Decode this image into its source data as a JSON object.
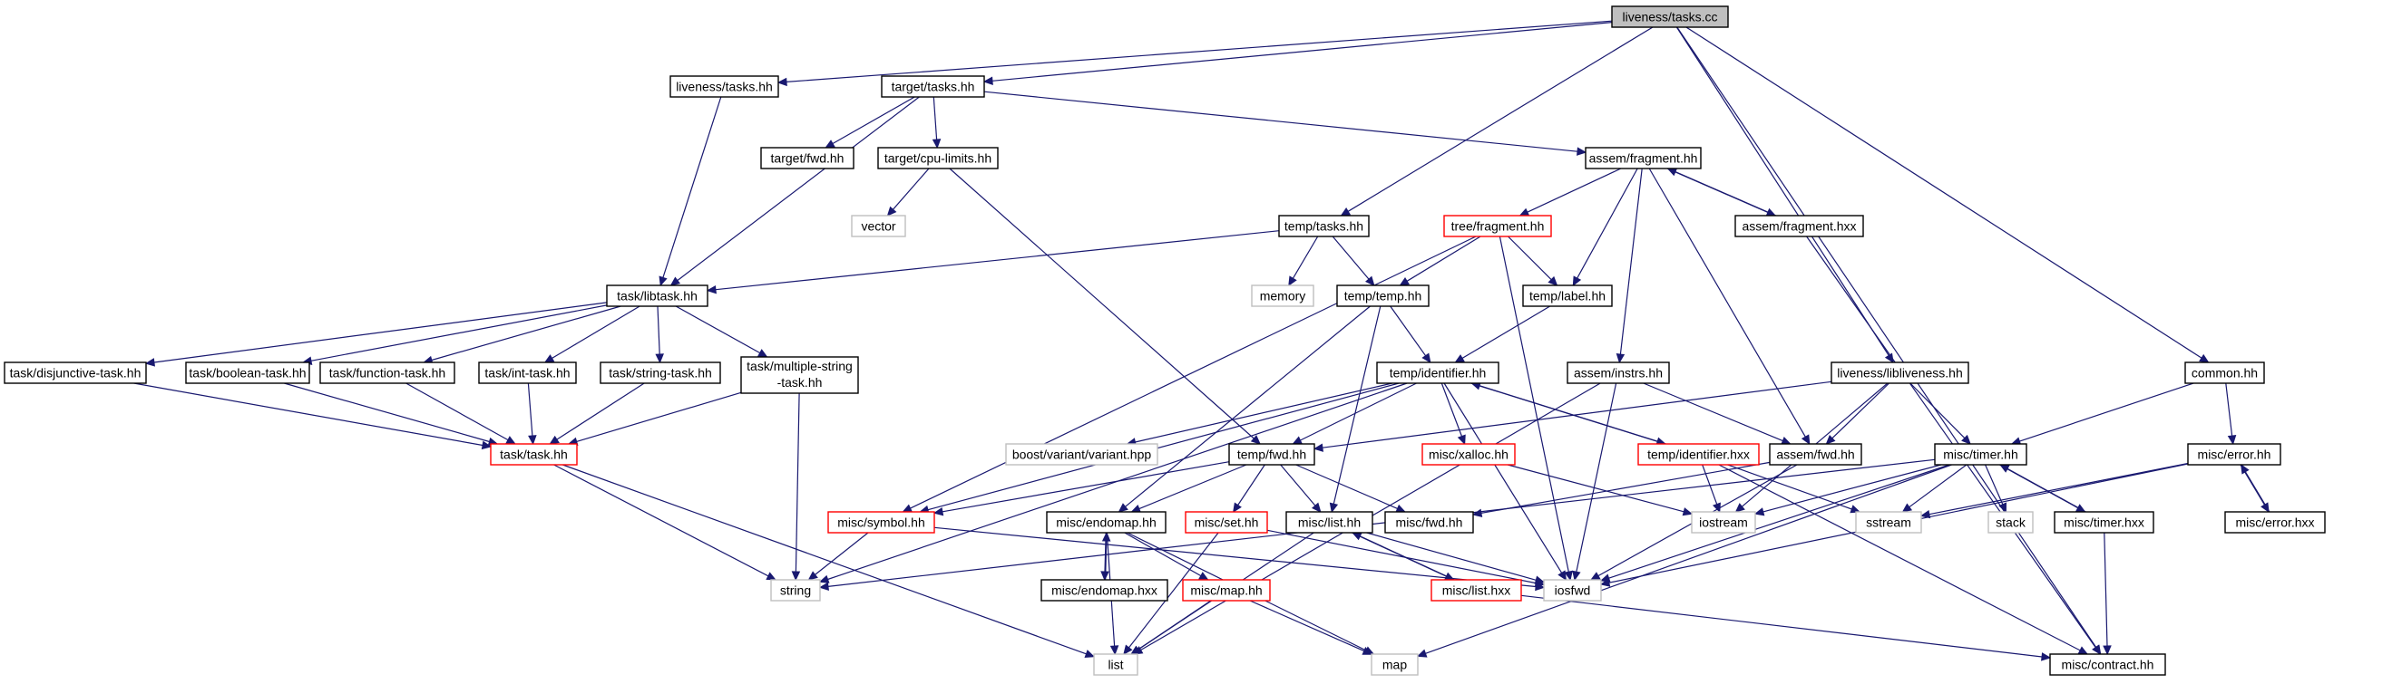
{
  "colors": {
    "edge": "#191970",
    "border_normal": "#000000",
    "border_truncated": "#ff0000",
    "border_external": "#bfbfbf",
    "fill_focus": "#bfbfbf",
    "fill_normal": "#ffffff",
    "text_external": "#7f7f7f"
  },
  "nodes": [
    {
      "id": "root",
      "label": "liveness/tasks.cc",
      "kind": "focus"
    },
    {
      "id": "liveness_tasks_hh",
      "label": "liveness/tasks.hh",
      "kind": "normal"
    },
    {
      "id": "target_tasks_hh",
      "label": "target/tasks.hh",
      "kind": "normal"
    },
    {
      "id": "target_fwd_hh",
      "label": "target/fwd.hh",
      "kind": "normal"
    },
    {
      "id": "target_cpu_limits_hh",
      "label": "target/cpu-limits.hh",
      "kind": "normal"
    },
    {
      "id": "vector",
      "label": "vector",
      "kind": "external"
    },
    {
      "id": "assem_fragment_hh",
      "label": "assem/fragment.hh",
      "kind": "normal"
    },
    {
      "id": "tree_fragment_hh",
      "label": "tree/fragment.hh",
      "kind": "truncated"
    },
    {
      "id": "assem_fragment_hxx",
      "label": "assem/fragment.hxx",
      "kind": "normal"
    },
    {
      "id": "temp_tasks_hh",
      "label": "temp/tasks.hh",
      "kind": "normal"
    },
    {
      "id": "memory",
      "label": "memory",
      "kind": "external"
    },
    {
      "id": "temp_temp_hh",
      "label": "temp/temp.hh",
      "kind": "normal"
    },
    {
      "id": "temp_label_hh",
      "label": "temp/label.hh",
      "kind": "normal"
    },
    {
      "id": "task_libtask_hh",
      "label": "task/libtask.hh",
      "kind": "normal"
    },
    {
      "id": "task_disjunctive",
      "label": "task/disjunctive-task.hh",
      "kind": "normal"
    },
    {
      "id": "task_boolean",
      "label": "task/boolean-task.hh",
      "kind": "normal"
    },
    {
      "id": "task_function",
      "label": "task/function-task.hh",
      "kind": "normal"
    },
    {
      "id": "task_int",
      "label": "task/int-task.hh",
      "kind": "normal"
    },
    {
      "id": "task_string",
      "label": "task/string-task.hh",
      "kind": "normal"
    },
    {
      "id": "task_multiple",
      "label": "task/multiple-string",
      "label2": "-task.hh",
      "kind": "normal"
    },
    {
      "id": "task_task_hh",
      "label": "task/task.hh",
      "kind": "truncated"
    },
    {
      "id": "temp_identifier_hh",
      "label": "temp/identifier.hh",
      "kind": "normal"
    },
    {
      "id": "assem_instrs_hh",
      "label": "assem/instrs.hh",
      "kind": "normal"
    },
    {
      "id": "liveness_libliveness_hh",
      "label": "liveness/libliveness.hh",
      "kind": "normal"
    },
    {
      "id": "common_hh",
      "label": "common.hh",
      "kind": "normal"
    },
    {
      "id": "boost_variant",
      "label": "boost/variant/variant.hpp",
      "kind": "external"
    },
    {
      "id": "temp_fwd_hh",
      "label": "temp/fwd.hh",
      "kind": "normal"
    },
    {
      "id": "misc_xalloc_hh",
      "label": "misc/xalloc.hh",
      "kind": "truncated"
    },
    {
      "id": "temp_identifier_hxx",
      "label": "temp/identifier.hxx",
      "kind": "truncated"
    },
    {
      "id": "assem_fwd_hh",
      "label": "assem/fwd.hh",
      "kind": "normal"
    },
    {
      "id": "misc_timer_hh",
      "label": "misc/timer.hh",
      "kind": "normal"
    },
    {
      "id": "misc_error_hh",
      "label": "misc/error.hh",
      "kind": "normal"
    },
    {
      "id": "misc_symbol_hh",
      "label": "misc/symbol.hh",
      "kind": "truncated"
    },
    {
      "id": "misc_endomap_hh",
      "label": "misc/endomap.hh",
      "kind": "normal"
    },
    {
      "id": "misc_set_hh",
      "label": "misc/set.hh",
      "kind": "truncated"
    },
    {
      "id": "misc_list_hh",
      "label": "misc/list.hh",
      "kind": "normal"
    },
    {
      "id": "misc_fwd_hh",
      "label": "misc/fwd.hh",
      "kind": "normal"
    },
    {
      "id": "iostream",
      "label": "iostream",
      "kind": "external"
    },
    {
      "id": "sstream",
      "label": "sstream",
      "kind": "external"
    },
    {
      "id": "stack",
      "label": "stack",
      "kind": "external"
    },
    {
      "id": "misc_timer_hxx",
      "label": "misc/timer.hxx",
      "kind": "normal"
    },
    {
      "id": "misc_error_hxx",
      "label": "misc/error.hxx",
      "kind": "normal"
    },
    {
      "id": "string",
      "label": "string",
      "kind": "external"
    },
    {
      "id": "misc_endomap_hxx",
      "label": "misc/endomap.hxx",
      "kind": "normal"
    },
    {
      "id": "misc_map_hh",
      "label": "misc/map.hh",
      "kind": "truncated"
    },
    {
      "id": "misc_list_hxx",
      "label": "misc/list.hxx",
      "kind": "truncated"
    },
    {
      "id": "iosfwd",
      "label": "iosfwd",
      "kind": "external"
    },
    {
      "id": "list",
      "label": "list",
      "kind": "external"
    },
    {
      "id": "map",
      "label": "map",
      "kind": "external"
    },
    {
      "id": "misc_contract_hh",
      "label": "misc/contract.hh",
      "kind": "normal"
    }
  ],
  "edges": [
    [
      "root",
      "liveness_tasks_hh"
    ],
    [
      "root",
      "target_tasks_hh"
    ],
    [
      "root",
      "temp_tasks_hh"
    ],
    [
      "root",
      "liveness_libliveness_hh"
    ],
    [
      "root",
      "common_hh"
    ],
    [
      "root",
      "misc_contract_hh"
    ],
    [
      "liveness_tasks_hh",
      "task_libtask_hh"
    ],
    [
      "target_tasks_hh",
      "task_libtask_hh"
    ],
    [
      "target_tasks_hh",
      "target_fwd_hh"
    ],
    [
      "target_tasks_hh",
      "target_cpu_limits_hh"
    ],
    [
      "target_tasks_hh",
      "assem_fragment_hh"
    ],
    [
      "target_cpu_limits_hh",
      "vector"
    ],
    [
      "target_cpu_limits_hh",
      "temp_fwd_hh"
    ],
    [
      "assem_fragment_hh",
      "tree_fragment_hh"
    ],
    [
      "assem_fragment_hh",
      "temp_label_hh"
    ],
    [
      "assem_fragment_hh",
      "assem_instrs_hh"
    ],
    [
      "assem_fragment_hh",
      "assem_fwd_hh"
    ],
    [
      "assem_fragment_hh",
      "assem_fragment_hxx"
    ],
    [
      "assem_fragment_hxx",
      "assem_fragment_hh"
    ],
    [
      "assem_fragment_hxx",
      "misc_contract_hh"
    ],
    [
      "tree_fragment_hh",
      "temp_temp_hh"
    ],
    [
      "tree_fragment_hh",
      "temp_label_hh"
    ],
    [
      "tree_fragment_hh",
      "misc_symbol_hh"
    ],
    [
      "tree_fragment_hh",
      "iosfwd"
    ],
    [
      "temp_tasks_hh",
      "task_libtask_hh"
    ],
    [
      "temp_tasks_hh",
      "memory"
    ],
    [
      "temp_tasks_hh",
      "temp_temp_hh"
    ],
    [
      "temp_temp_hh",
      "temp_identifier_hh"
    ],
    [
      "temp_temp_hh",
      "misc_endomap_hh"
    ],
    [
      "temp_temp_hh",
      "misc_list_hh"
    ],
    [
      "temp_label_hh",
      "temp_identifier_hh"
    ],
    [
      "task_libtask_hh",
      "task_disjunctive"
    ],
    [
      "task_libtask_hh",
      "task_boolean"
    ],
    [
      "task_libtask_hh",
      "task_function"
    ],
    [
      "task_libtask_hh",
      "task_int"
    ],
    [
      "task_libtask_hh",
      "task_string"
    ],
    [
      "task_libtask_hh",
      "task_multiple"
    ],
    [
      "task_disjunctive",
      "task_task_hh"
    ],
    [
      "task_boolean",
      "task_task_hh"
    ],
    [
      "task_function",
      "task_task_hh"
    ],
    [
      "task_int",
      "task_task_hh"
    ],
    [
      "task_string",
      "task_task_hh"
    ],
    [
      "task_multiple",
      "task_task_hh"
    ],
    [
      "task_multiple",
      "string"
    ],
    [
      "task_task_hh",
      "string"
    ],
    [
      "task_task_hh",
      "list"
    ],
    [
      "temp_identifier_hh",
      "boost_variant"
    ],
    [
      "temp_identifier_hh",
      "temp_fwd_hh"
    ],
    [
      "temp_identifier_hh",
      "misc_xalloc_hh"
    ],
    [
      "temp_identifier_hh",
      "temp_identifier_hxx"
    ],
    [
      "temp_identifier_hh",
      "misc_symbol_hh"
    ],
    [
      "temp_identifier_hh",
      "string"
    ],
    [
      "temp_identifier_hh",
      "iosfwd"
    ],
    [
      "temp_identifier_hxx",
      "temp_identifier_hh"
    ],
    [
      "temp_identifier_hxx",
      "iostream"
    ],
    [
      "temp_identifier_hxx",
      "sstream"
    ],
    [
      "temp_identifier_hxx",
      "misc_contract_hh"
    ],
    [
      "misc_xalloc_hh",
      "iostream"
    ],
    [
      "assem_instrs_hh",
      "assem_fwd_hh"
    ],
    [
      "assem_instrs_hh",
      "list"
    ],
    [
      "assem_instrs_hh",
      "iosfwd"
    ],
    [
      "liveness_libliveness_hh",
      "temp_fwd_hh"
    ],
    [
      "liveness_libliveness_hh",
      "assem_fwd_hh"
    ],
    [
      "liveness_libliveness_hh",
      "misc_timer_hh"
    ],
    [
      "liveness_libliveness_hh",
      "iostream"
    ],
    [
      "common_hh",
      "misc_timer_hh"
    ],
    [
      "common_hh",
      "misc_error_hh"
    ],
    [
      "temp_fwd_hh",
      "misc_symbol_hh"
    ],
    [
      "temp_fwd_hh",
      "misc_endomap_hh"
    ],
    [
      "temp_fwd_hh",
      "misc_set_hh"
    ],
    [
      "temp_fwd_hh",
      "misc_list_hh"
    ],
    [
      "temp_fwd_hh",
      "misc_fwd_hh"
    ],
    [
      "assem_fwd_hh",
      "misc_fwd_hh"
    ],
    [
      "assem_fwd_hh",
      "iosfwd"
    ],
    [
      "misc_timer_hh",
      "iostream"
    ],
    [
      "misc_timer_hh",
      "sstream"
    ],
    [
      "misc_timer_hh",
      "stack"
    ],
    [
      "misc_timer_hh",
      "misc_timer_hxx"
    ],
    [
      "misc_timer_hh",
      "iosfwd"
    ],
    [
      "misc_timer_hh",
      "map"
    ],
    [
      "misc_timer_hh",
      "string"
    ],
    [
      "misc_timer_hxx",
      "misc_timer_hh"
    ],
    [
      "misc_timer_hxx",
      "misc_contract_hh"
    ],
    [
      "misc_error_hh",
      "sstream"
    ],
    [
      "misc_error_hh",
      "iosfwd"
    ],
    [
      "misc_error_hh",
      "misc_error_hxx"
    ],
    [
      "misc_error_hxx",
      "misc_error_hh"
    ],
    [
      "misc_symbol_hh",
      "string"
    ],
    [
      "misc_symbol_hh",
      "iosfwd"
    ],
    [
      "misc_endomap_hh",
      "misc_endomap_hxx"
    ],
    [
      "misc_endomap_hh",
      "misc_map_hh"
    ],
    [
      "misc_endomap_hh",
      "list"
    ],
    [
      "misc_endomap_hh",
      "map"
    ],
    [
      "misc_endomap_hxx",
      "misc_endomap_hh"
    ],
    [
      "misc_set_hh",
      "iosfwd"
    ],
    [
      "misc_set_hh",
      "list"
    ],
    [
      "misc_list_hh",
      "misc_list_hxx"
    ],
    [
      "misc_list_hh",
      "list"
    ],
    [
      "misc_list_hh",
      "iosfwd"
    ],
    [
      "misc_list_hxx",
      "misc_list_hh"
    ],
    [
      "misc_list_hxx",
      "misc_contract_hh"
    ],
    [
      "misc_map_hh",
      "list"
    ],
    [
      "misc_map_hh",
      "map"
    ]
  ]
}
